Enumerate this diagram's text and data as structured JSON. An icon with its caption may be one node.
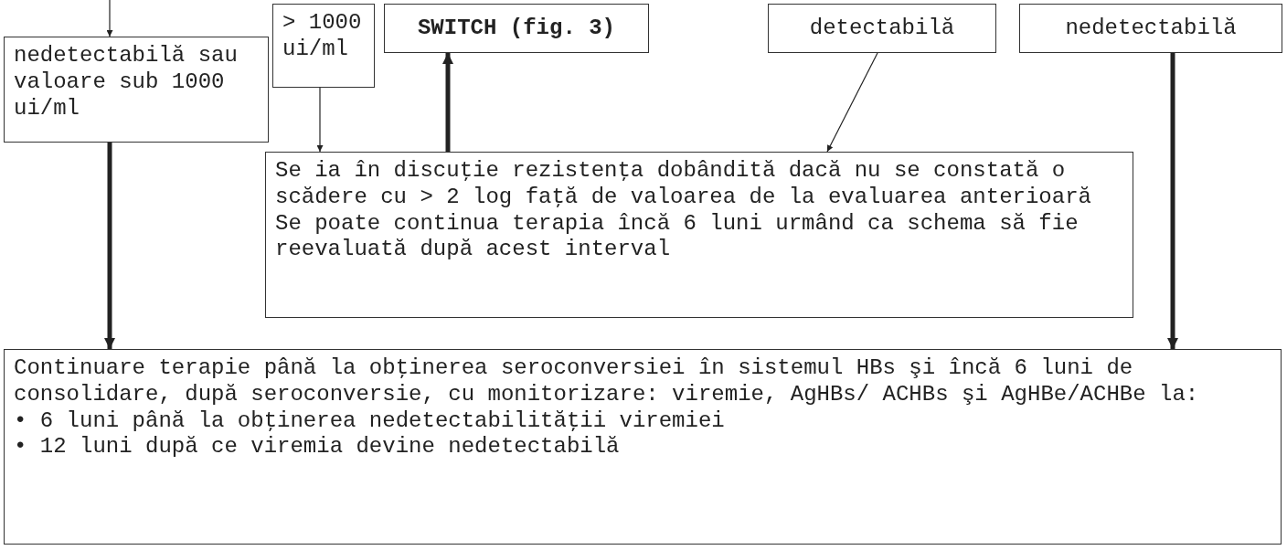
{
  "diagram": {
    "nodes": [
      {
        "text": [
          "nedetectabilă sau valoare sub 1000 ui/ml"
        ]
      },
      {
        "text": [
          "> 1000 ui/ml"
        ]
      },
      {
        "text": [
          "SWITCH (fig. 3)"
        ]
      },
      {
        "text": [
          "detectabilă"
        ]
      },
      {
        "text": [
          "nedetectabilă"
        ]
      },
      {
        "text": [
          "Se ia în discuţie rezistenţa dobândită dacă nu se constată o scădere cu > 2 log faţă de valoarea de la evaluarea anterioară",
          "Se poate continua terapia încă 6 luni urmând ca schema să fie reevaluată după acest interval"
        ]
      },
      {
        "text": [
          "Continuare terapie până la obţinerea seroconversiei în sistemul HBs şi încă 6 luni de consolidare, după seroconversie, cu monitorizare: viremie, AgHBs/ ACHBs şi AgHBe/ACHBe la:",
          "• 6 luni până la obţinerea nedetectabilităţii viremiei",
          "• 12 luni după ce viremia devine nedetectabilă"
        ]
      }
    ],
    "edges": [
      {
        "from": null,
        "to": 0,
        "arrow": "to"
      },
      {
        "from": 1,
        "to": 5,
        "arrow": "to"
      },
      {
        "from": 5,
        "to": 2,
        "arrow": "to",
        "style": "thick"
      },
      {
        "from": 3,
        "to": 5,
        "arrow": "to"
      },
      {
        "from": 0,
        "to": 6,
        "arrow": "to",
        "style": "thick"
      },
      {
        "from": 4,
        "to": 6,
        "arrow": "to",
        "style": "thick"
      }
    ]
  }
}
